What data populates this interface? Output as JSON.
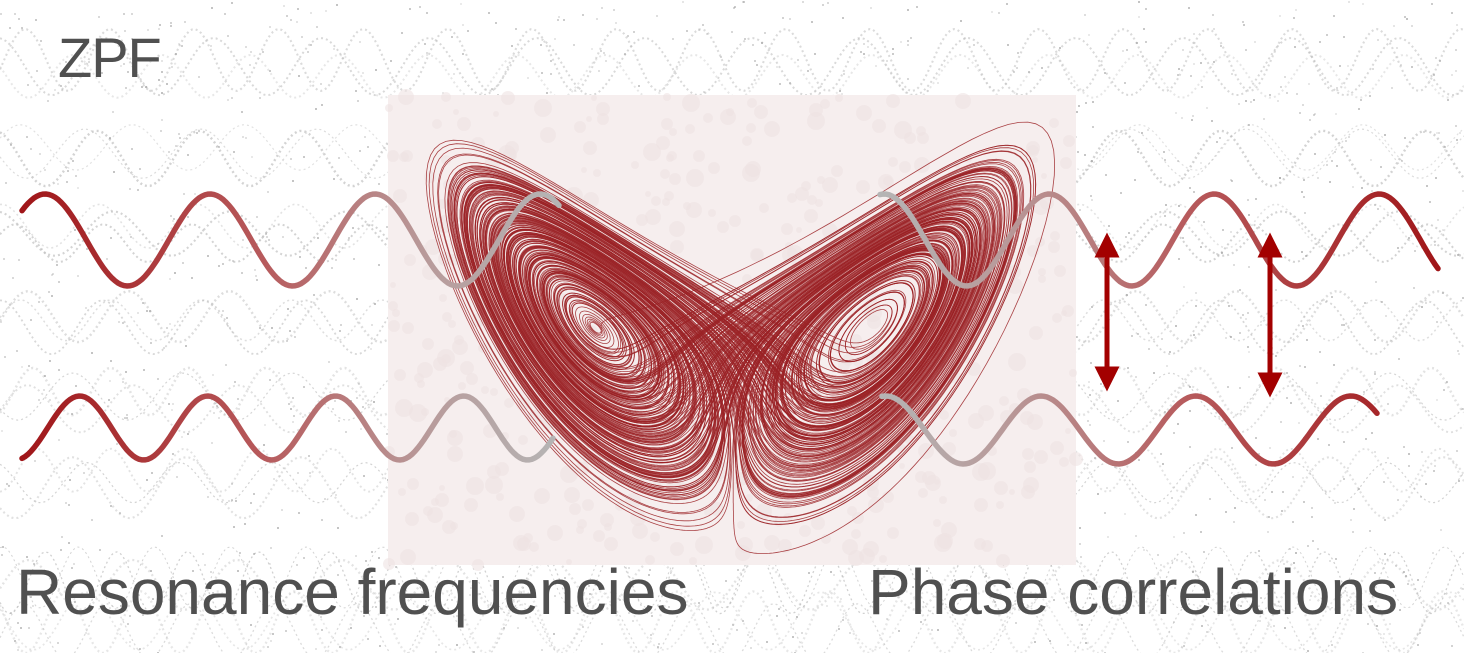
{
  "labels": {
    "zpf": "ZPF",
    "resonance": "Resonance frequencies",
    "phase": "Phase correlations"
  },
  "colors": {
    "wave_dark": "#a01518",
    "wave_fade": "#b0b0b0",
    "attractor": "#9b2226",
    "arrow": "#a30000",
    "text": "#505050",
    "background_noise": "#bdbdbd",
    "attractor_panel": "#f6eeee"
  }
}
